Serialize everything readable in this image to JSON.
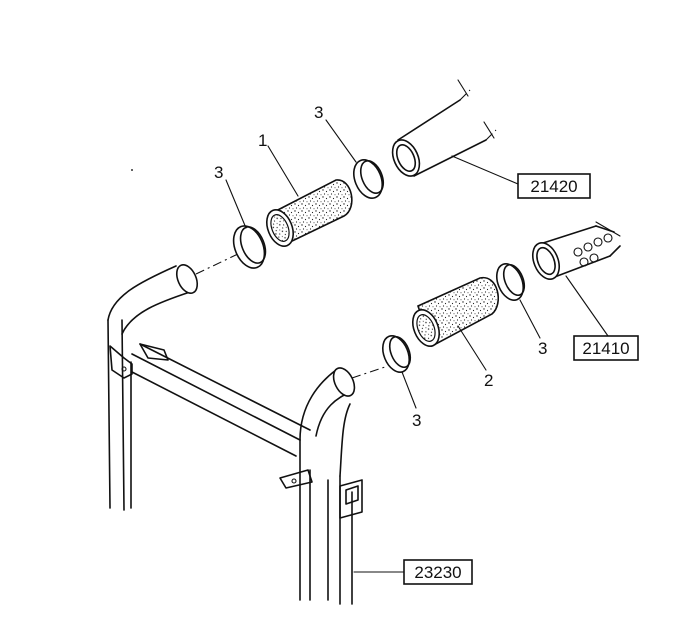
{
  "labels": {
    "hose_1": "1",
    "hose_2": "2",
    "clamp_upper_left": "3",
    "clamp_upper_right": "3",
    "clamp_lower_left": "3",
    "clamp_lower_right": "3"
  },
  "refs": {
    "upper_pipe": "21420",
    "lower_pipe": "21410",
    "intercooler": "23230"
  }
}
